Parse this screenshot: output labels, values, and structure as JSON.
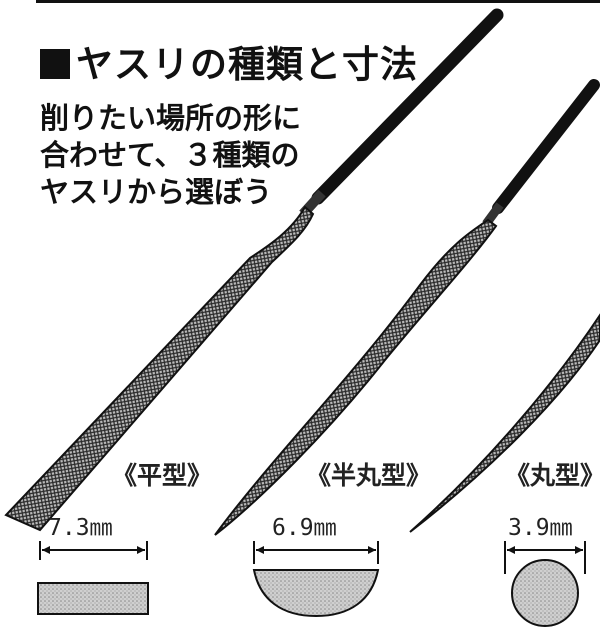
{
  "heading": {
    "square": "■",
    "text": "ヤスリの種類と寸法"
  },
  "description": {
    "line1": "削りたい場所の形に",
    "line2": "合わせて、３種類の",
    "line3": "ヤスリから選ぼう"
  },
  "files": [
    {
      "type_label": "《平型》",
      "size": "7.3㎜",
      "cross_section": "flat"
    },
    {
      "type_label": "《半丸型》",
      "size": "6.9㎜",
      "cross_section": "half-round"
    },
    {
      "type_label": "《丸型》",
      "size": "3.9㎜",
      "cross_section": "round"
    }
  ],
  "colors": {
    "ink": "#111111",
    "file_gray": "#9a9a9a",
    "section_fill": "#c8c8c8"
  }
}
